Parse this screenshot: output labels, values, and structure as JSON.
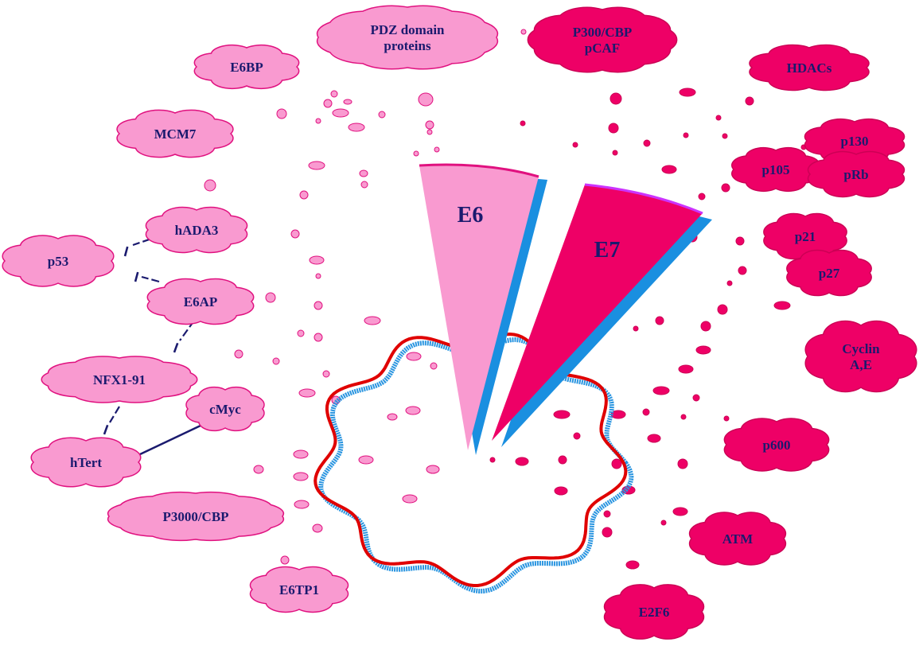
{
  "colors": {
    "e6_family": "#f99ad0",
    "e7_family": "#ee0066",
    "cloud_stroke_e6": "#e0117f",
    "cloud_stroke_e7": "#cc0055",
    "label_text": "#1a1a6e",
    "wedge_shadow": "#1a8fe0",
    "membrane_red": "#e00000",
    "membrane_blue": "#2a95e0",
    "inhibition_line": "#1a1a6e"
  },
  "wedges": {
    "e6": {
      "label": "E6"
    },
    "e7": {
      "label": "E7"
    }
  },
  "e6_partners": [
    {
      "lines": [
        "PDZ domain",
        "proteins"
      ]
    },
    {
      "lines": [
        "E6BP"
      ]
    },
    {
      "lines": [
        "MCM7"
      ]
    },
    {
      "lines": [
        "hADA3"
      ]
    },
    {
      "lines": [
        "p53"
      ]
    },
    {
      "lines": [
        "E6AP"
      ]
    },
    {
      "lines": [
        "NFX1-91"
      ]
    },
    {
      "lines": [
        "cMyc"
      ]
    },
    {
      "lines": [
        "hTert"
      ]
    },
    {
      "lines": [
        "P3000/CBP"
      ]
    },
    {
      "lines": [
        "E6TP1"
      ]
    }
  ],
  "e7_partners": [
    {
      "lines": [
        "P300/CBP",
        "pCAF"
      ]
    },
    {
      "lines": [
        "HDACs"
      ]
    },
    {
      "lines": [
        "p130"
      ]
    },
    {
      "lines": [
        "p105"
      ]
    },
    {
      "lines": [
        "pRb"
      ]
    },
    {
      "lines": [
        "p21"
      ]
    },
    {
      "lines": [
        "p27"
      ]
    },
    {
      "lines": [
        "Cyclin",
        "A,E"
      ]
    },
    {
      "lines": [
        "p600"
      ]
    },
    {
      "lines": [
        "ATM"
      ]
    },
    {
      "lines": [
        "E2F6"
      ]
    }
  ],
  "inhibition_symbol": "I",
  "inhibitions": [
    {
      "from": "hADA3",
      "to": "p53"
    },
    {
      "from": "E6AP",
      "to": "p53"
    },
    {
      "from": "E6AP",
      "to": "NFX1-91"
    },
    {
      "from": "NFX1-91",
      "to": "hTert"
    }
  ],
  "activations": [
    {
      "from": "cMyc",
      "to": "hTert"
    }
  ]
}
